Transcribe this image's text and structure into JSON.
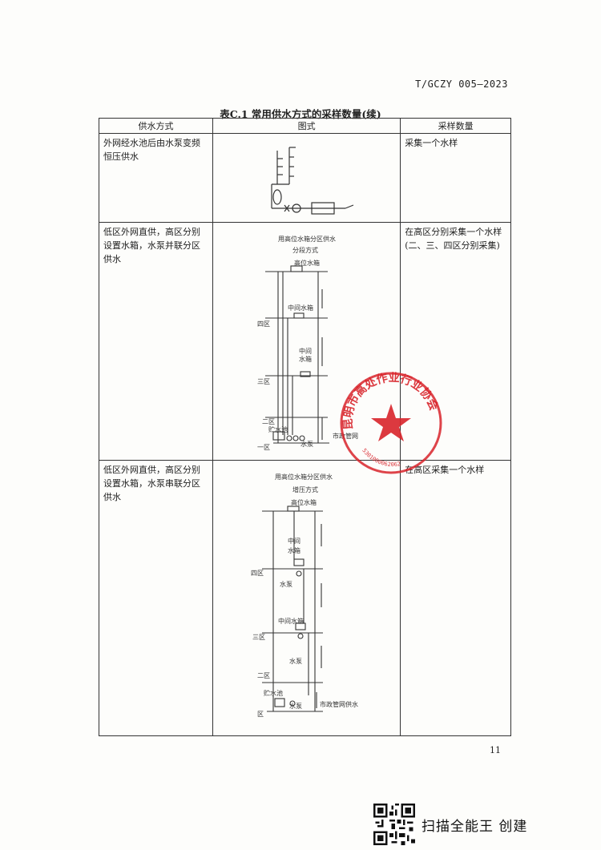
{
  "header": {
    "doc_code": "T/GCZY 005—2023"
  },
  "table": {
    "title": "表C.1 常用供水方式的采样数量(续)",
    "columns": [
      "供水方式",
      "图式",
      "采样数量"
    ],
    "rows": [
      {
        "method": "外网经水池后由水泵变频恒压供水",
        "quantity": "采集一个水样",
        "figure_labels": {}
      },
      {
        "method": "低区外网直供，高区分别设置水箱，水泵并联分区供水",
        "quantity": "在高区分别采集一个水样(二、三、四区分别采集)",
        "figure_labels": {
          "title1": "用高位水箱分区供水",
          "title2": "分段方式",
          "high_tank": "高位水箱",
          "mid_tank1": "中间水箱",
          "mid_tank2a": "中间",
          "mid_tank2b": "水箱",
          "zone4": "四区",
          "zone3": "三区",
          "zone2": "二区",
          "zone1": "一区",
          "storage": "贮水池",
          "pump": "水泵",
          "city": "市政管网"
        }
      },
      {
        "method": "低区外网直供，高区分别设置水箱，水泵串联分区供水",
        "quantity": "在高区采集一个水样",
        "figure_labels": {
          "title1": "用高位水箱分区供水",
          "title2": "增压方式",
          "high_tank": "高位水箱",
          "mid_tank1a": "中间",
          "mid_tank1b": "水箱",
          "mid_tank2": "中间水箱",
          "pump1": "水泵",
          "pump2": "水泵",
          "zone4": "四区",
          "zone3": "三区",
          "zone2": "二区",
          "zone1": "区",
          "storage": "贮水池",
          "pump3": "水泵",
          "city": "市政管网供水"
        }
      }
    ]
  },
  "stamp": {
    "org": "昆明市高处作业行业协会",
    "code": "5301000062062"
  },
  "footer": {
    "page_number": "11"
  },
  "watermark": {
    "text": "扫描全能王 创建",
    "icon": "qr-code-icon"
  }
}
